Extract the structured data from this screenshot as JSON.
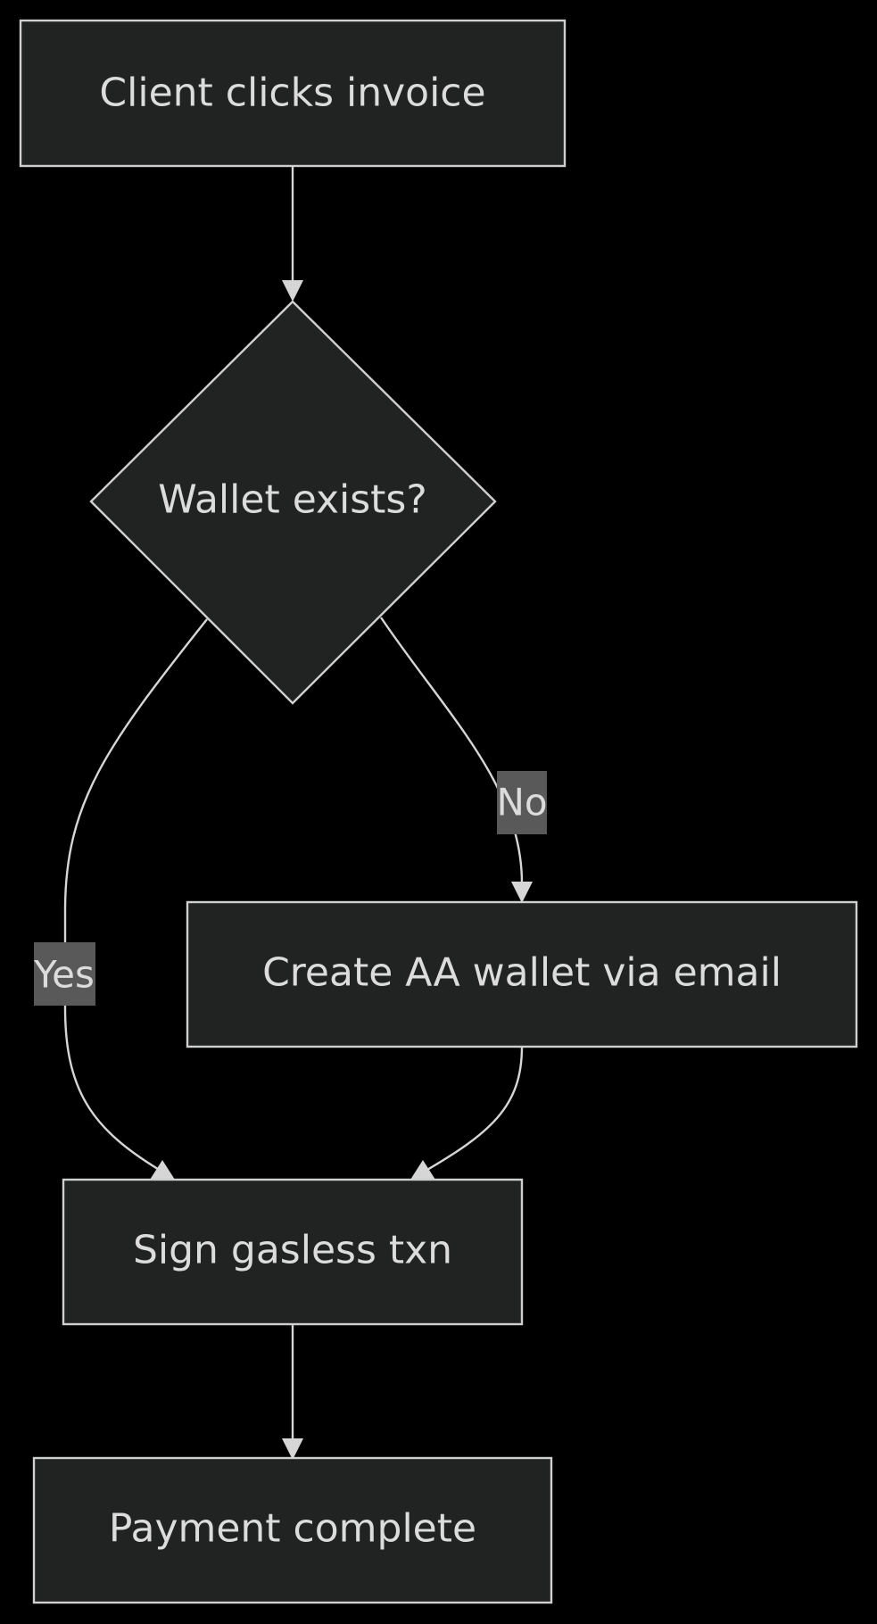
{
  "diagram": {
    "type": "flowchart",
    "nodes": {
      "start": {
        "label": "Client clicks invoice"
      },
      "decision": {
        "label": "Wallet exists?"
      },
      "create": {
        "label": "Create AA wallet via email"
      },
      "sign": {
        "label": "Sign gasless txn"
      },
      "done": {
        "label": "Payment complete"
      }
    },
    "edges": {
      "yes": {
        "label": "Yes"
      },
      "no": {
        "label": "No"
      }
    }
  }
}
